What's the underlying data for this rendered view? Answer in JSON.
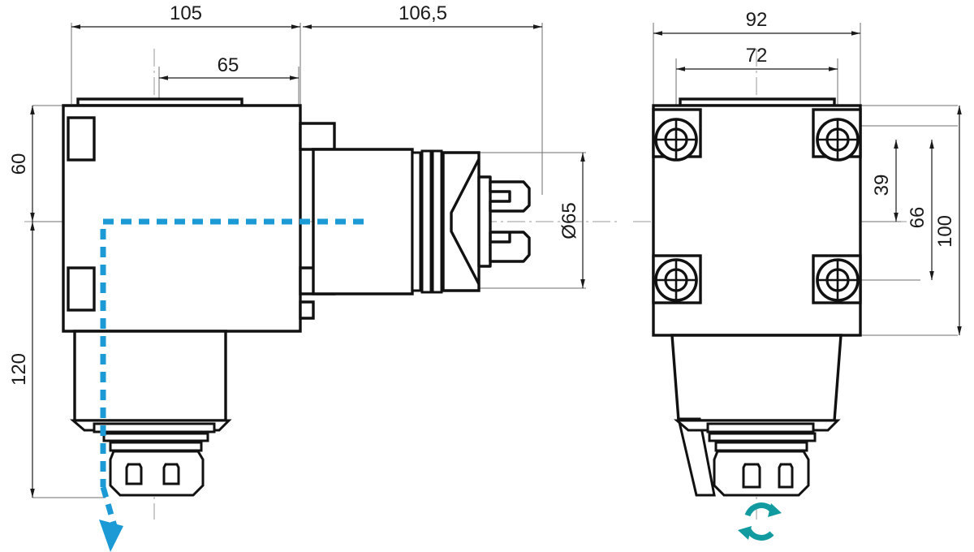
{
  "drawing": {
    "title": "Angle head tool holder technical drawing",
    "background_color": "#ffffff",
    "line_color": "#111111",
    "dimension_color": "#1a1a1a",
    "centerline_color": "#9a9a9a",
    "coolant_color": "#1b9ad6",
    "rotation_icon_color": "#119ba0",
    "views": [
      {
        "name": "side-view",
        "label": ""
      },
      {
        "name": "front-view",
        "label": ""
      }
    ]
  },
  "dimensions": {
    "side_view": {
      "overall_length_left": "105",
      "center_to_flange": "65",
      "overall_length_right": "106,5",
      "height_upper": "60",
      "height_lower": "120",
      "spindle_diameter": "Ø65"
    },
    "front_view": {
      "body_width": "92",
      "bolt_spacing_width": "72",
      "center_to_bolt": "39",
      "bolt_spacing_height": "66",
      "body_height": "100"
    }
  },
  "annotations": {
    "coolant_channel": "internal-coolant-path",
    "coolant_arrow": "coolant-outlet-arrow",
    "rotation_symbol": "spindle-rotation-arrows"
  }
}
